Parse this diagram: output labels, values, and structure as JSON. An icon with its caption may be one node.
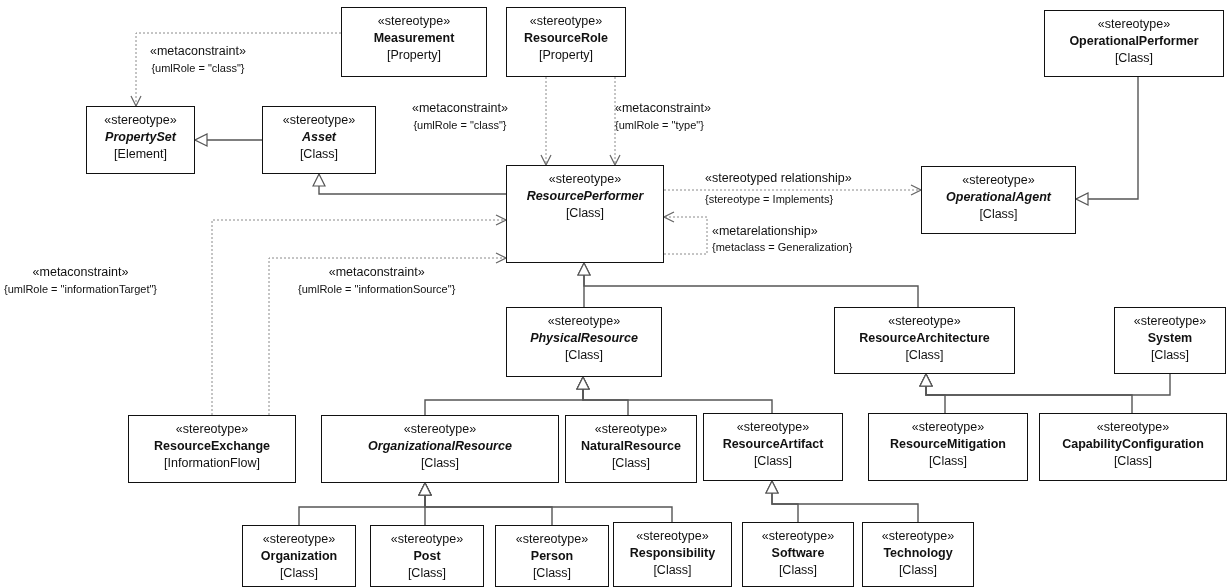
{
  "diagram": {
    "nodes": [
      {
        "text": [
          "«stereotype»",
          "Measurement",
          "[Property]"
        ]
      },
      {
        "text": [
          "«stereotype»",
          "ResourceRole",
          "[Property]"
        ]
      },
      {
        "text": [
          "«stereotype»",
          "OperationalPerformer",
          "[Class]"
        ]
      },
      {
        "text": [
          "«stereotype»",
          "PropertySet",
          "[Element]"
        ]
      },
      {
        "text": [
          "«stereotype»",
          "Asset",
          "[Class]"
        ]
      },
      {
        "text": [
          "«stereotype»",
          "ResourcePerformer",
          "[Class]"
        ]
      },
      {
        "text": [
          "«stereotype»",
          "OperationalAgent",
          "[Class]"
        ]
      },
      {
        "text": [
          "«stereotype»",
          "PhysicalResource",
          "[Class]"
        ]
      },
      {
        "text": [
          "«stereotype»",
          "ResourceArchitecture",
          "[Class]"
        ]
      },
      {
        "text": [
          "«stereotype»",
          "System",
          "[Class]"
        ]
      },
      {
        "text": [
          "«stereotype»",
          "ResourceExchange",
          "[InformationFlow]"
        ]
      },
      {
        "text": [
          "«stereotype»",
          "OrganizationalResource",
          "[Class]"
        ]
      },
      {
        "text": [
          "«stereotype»",
          "NaturalResource",
          "[Class]"
        ]
      },
      {
        "text": [
          "«stereotype»",
          "ResourceArtifact",
          "[Class]"
        ]
      },
      {
        "text": [
          "«stereotype»",
          "ResourceMitigation",
          "[Class]"
        ]
      },
      {
        "text": [
          "«stereotype»",
          "CapabilityConfiguration",
          "[Class]"
        ]
      },
      {
        "text": [
          "«stereotype»",
          "Organization",
          "[Class]"
        ]
      },
      {
        "text": [
          "«stereotype»",
          "Post",
          "[Class]"
        ]
      },
      {
        "text": [
          "«stereotype»",
          "Person",
          "[Class]"
        ]
      },
      {
        "text": [
          "«stereotype»",
          "Responsibility",
          "[Class]"
        ]
      },
      {
        "text": [
          "«stereotype»",
          "Software",
          "[Class]"
        ]
      },
      {
        "text": [
          "«stereotype»",
          "Technology",
          "[Class]"
        ]
      }
    ],
    "edges": [
      {
        "from": 0,
        "to": 3,
        "arrow": "to",
        "style": "dashed",
        "label": "«metaconstraint» {umlRole = \"class\"}"
      },
      {
        "from": 1,
        "to": 5,
        "arrow": "to",
        "style": "dashed",
        "label": "«metaconstraint» {umlRole = \"class\"}"
      },
      {
        "from": 1,
        "to": 5,
        "arrow": "to",
        "style": "dashed",
        "label": "«metaconstraint» {umlRole = \"type\"}"
      },
      {
        "from": 4,
        "to": 3,
        "arrow": "to"
      },
      {
        "from": 5,
        "to": 4,
        "arrow": "to"
      },
      {
        "from": 5,
        "to": 6,
        "arrow": "to",
        "style": "dashed",
        "label": "«stereotyped relationship» {stereotype = Implements}"
      },
      {
        "from": 5,
        "to": 5,
        "arrow": "to",
        "style": "dashed",
        "label": "«metarelationship» {metaclass = Generalization}"
      },
      {
        "from": 2,
        "to": 6,
        "arrow": "to"
      },
      {
        "from": 10,
        "to": 5,
        "arrow": "to",
        "style": "dashed",
        "label": "«metaconstraint» {umlRole = \"informationTarget\"}"
      },
      {
        "from": 10,
        "to": 5,
        "arrow": "to",
        "style": "dashed",
        "label": "«metaconstraint» {umlRole = \"informationSource\"}"
      },
      {
        "from": 7,
        "to": 5,
        "arrow": "to"
      },
      {
        "from": 8,
        "to": 5,
        "arrow": "to"
      },
      {
        "from": 11,
        "to": 7,
        "arrow": "to"
      },
      {
        "from": 12,
        "to": 7,
        "arrow": "to"
      },
      {
        "from": 13,
        "to": 7,
        "arrow": "to"
      },
      {
        "from": 14,
        "to": 8,
        "arrow": "to"
      },
      {
        "from": 15,
        "to": 8,
        "arrow": "to"
      },
      {
        "from": 9,
        "to": 8,
        "arrow": "to"
      },
      {
        "from": 16,
        "to": 11,
        "arrow": "to"
      },
      {
        "from": 17,
        "to": 11,
        "arrow": "to"
      },
      {
        "from": 18,
        "to": 11,
        "arrow": "to"
      },
      {
        "from": 19,
        "to": 11,
        "arrow": "to"
      },
      {
        "from": 20,
        "to": 13,
        "arrow": "to"
      },
      {
        "from": 21,
        "to": 13,
        "arrow": "to"
      }
    ]
  }
}
